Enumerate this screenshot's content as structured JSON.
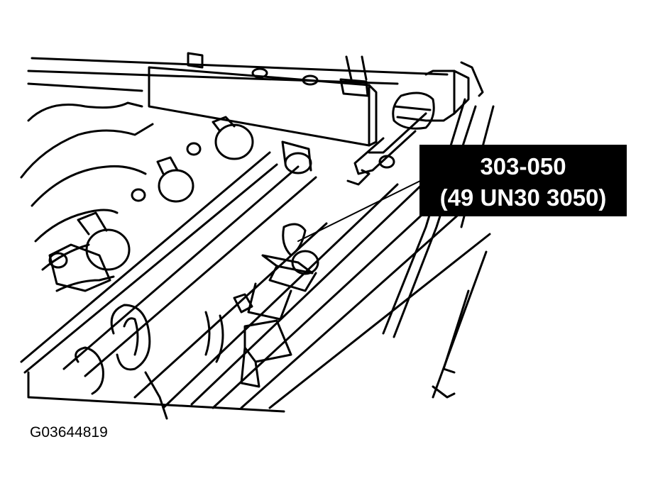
{
  "callout": {
    "tool_number": "303-050",
    "alt_number": "(49 UN30 3050)"
  },
  "figure_code": "G03644819",
  "colors": {
    "ink": "#000000",
    "paper": "#ffffff",
    "callout_bg": "#000000",
    "callout_text": "#ffffff"
  }
}
